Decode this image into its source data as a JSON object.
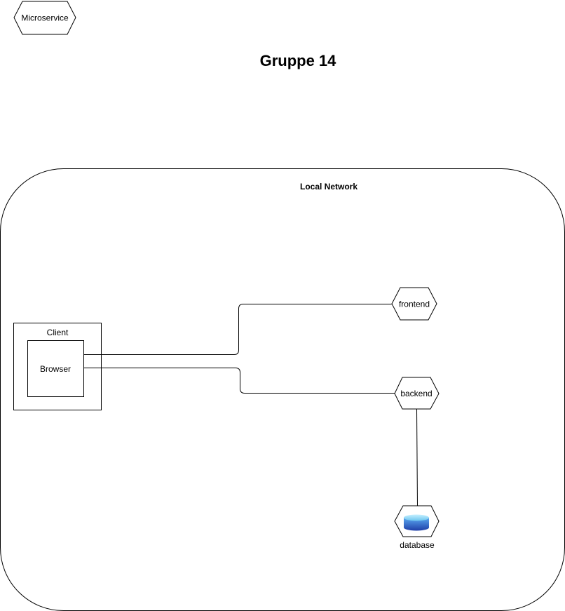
{
  "legend": {
    "microservice_label": "Microservice"
  },
  "title": "Gruppe 14",
  "network": {
    "label": "Local Network"
  },
  "client": {
    "label": "Client",
    "browser_label": "Browser"
  },
  "services": {
    "frontend_label": "frontend",
    "backend_label": "backend",
    "database_label": "database"
  },
  "colors": {
    "database_top": "#7fd3f5",
    "database_body": "#2a5ec8",
    "line": "#000000"
  }
}
